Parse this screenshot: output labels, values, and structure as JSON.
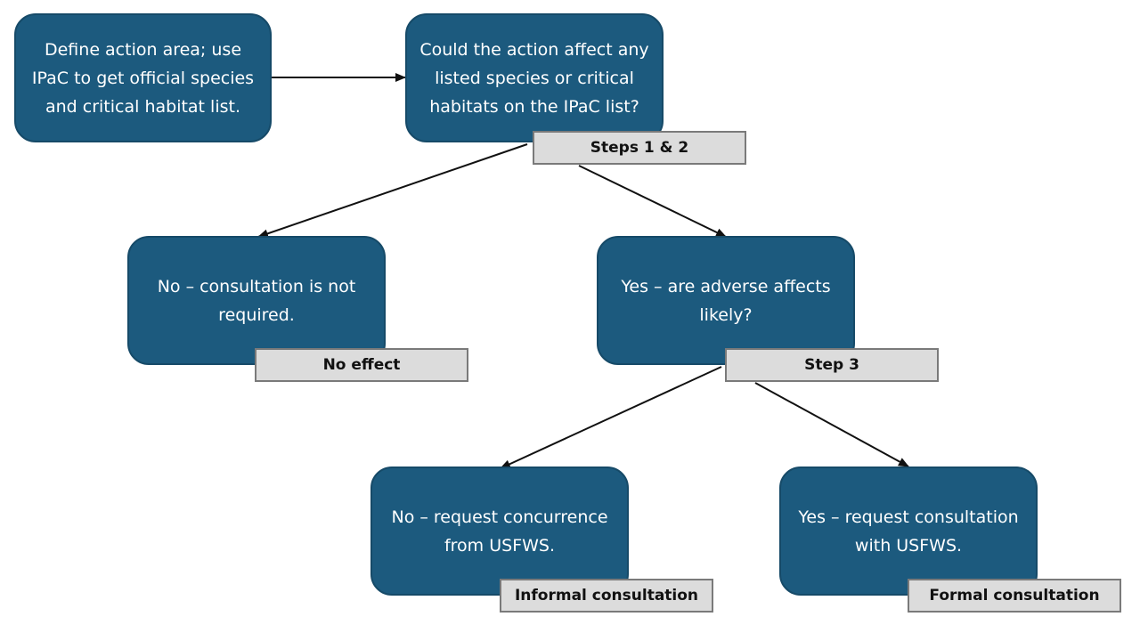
{
  "nodes": {
    "define_action": "Define action area; use IPaC to get official species and critical habitat list.",
    "could_affect": "Could the action affect any listed species or critical habitats on the IPaC list?",
    "no_consultation": "No – consultation is not required.",
    "adverse_likely": "Yes – are adverse affects likely?",
    "request_concurrence": "No – request concurrence from USFWS.",
    "request_consultation": "Yes – request consultation with USFWS."
  },
  "tags": {
    "steps_1_2": "Steps 1 & 2",
    "no_effect": "No effect",
    "step_3": "Step 3",
    "informal": "Informal consultation",
    "formal": "Formal consultation"
  },
  "colors": {
    "node_fill": "#1c5a7e",
    "node_text": "#ffffff",
    "tag_fill": "#dcdcdc",
    "tag_border": "#7a7a7a",
    "arrow": "#111111"
  }
}
